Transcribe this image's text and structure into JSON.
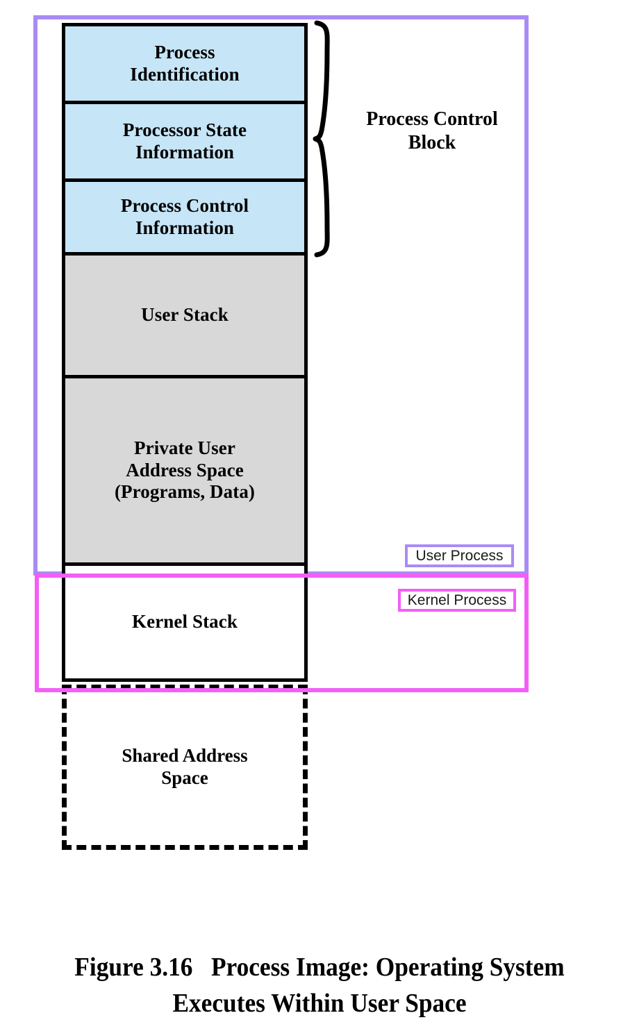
{
  "figure": {
    "caption_line1": "Figure 3.16   Process Image: Operating System",
    "caption_line2": "Executes Within User Space"
  },
  "colors": {
    "pcb_fill": "#c6e5f7",
    "memory_fill": "#d8d8d8",
    "white_fill": "#ffffff",
    "outline": "#000000",
    "user_process_accent": "#a98bf5",
    "kernel_process_accent": "#f45ef7"
  },
  "process_image": {
    "segments": [
      {
        "name": "process-identification",
        "line1": "Process",
        "line2": "Identification",
        "fill": "pcb",
        "in_pcb": true
      },
      {
        "name": "processor-state-information",
        "line1": "Processor State",
        "line2": "Information",
        "fill": "pcb",
        "in_pcb": true
      },
      {
        "name": "process-control-information",
        "line1": "Process Control",
        "line2": "Information",
        "fill": "pcb",
        "in_pcb": true
      },
      {
        "name": "user-stack",
        "line1": "User Stack",
        "line2": "",
        "fill": "gray",
        "in_pcb": false
      },
      {
        "name": "private-user-address-space",
        "line1": "Private User",
        "line2": "Address Space",
        "line3": "(Programs, Data)",
        "fill": "gray",
        "in_pcb": false
      },
      {
        "name": "kernel-stack",
        "line1": "Kernel Stack",
        "line2": "",
        "fill": "white",
        "in_pcb": false
      }
    ],
    "shared_address_space": {
      "line1": "Shared Address",
      "line2": "Space",
      "border_style": "dashed"
    }
  },
  "annotations": {
    "pcb_brace_label_line1": "Process Control",
    "pcb_brace_label_line2": "Block"
  },
  "legend": {
    "user_process": "User Process",
    "kernel_process": "Kernel Process"
  }
}
